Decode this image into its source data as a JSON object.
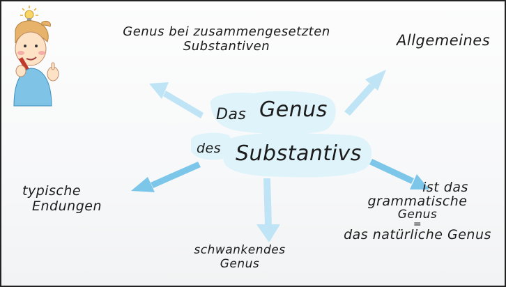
{
  "center": {
    "line1_small": "Das",
    "line1_big": "Genus",
    "line2_small": "des",
    "line2_big": "Substantivs"
  },
  "topics": {
    "top_left_1": "Genus bei zusammengesetzten",
    "top_left_2": "Substantiven",
    "top_right": "Allgemeines",
    "left_1": "typische",
    "left_2": "Endungen",
    "bottom_1": "schwankendes",
    "bottom_2": "Genus",
    "right_1": "ist das",
    "right_2": "grammatische",
    "right_3": "Genus",
    "right_4": "=",
    "right_5": "das natürliche Genus"
  },
  "colors": {
    "bubble": "#dff3fb",
    "arrow_light": "#bfe4f5",
    "arrow_strong": "#7cc6ea"
  }
}
